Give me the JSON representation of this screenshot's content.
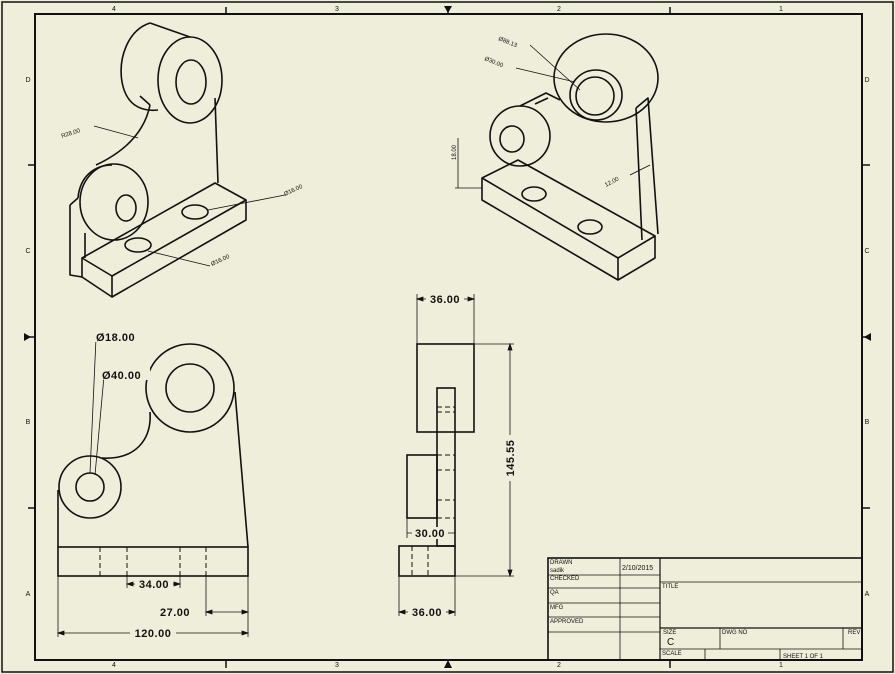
{
  "border": {
    "top_zones": [
      "4",
      "3",
      "2",
      "1"
    ],
    "bottom_zones": [
      "4",
      "3",
      "2",
      "1"
    ],
    "left_zones": [
      "D",
      "C",
      "B",
      "A"
    ],
    "right_zones": [
      "D",
      "C",
      "B",
      "A"
    ]
  },
  "front_view": {
    "dim_small_hole": "Ø18.00",
    "dim_boss": "Ø40.00",
    "dim_34": "34.00",
    "dim_27": "27.00",
    "dim_120": "120.00"
  },
  "side_view": {
    "dim_top_width": "36.00",
    "dim_height": "145.55",
    "dim_30": "30.00",
    "dim_bottom_width": "36.00"
  },
  "iso_left": {
    "dim_radius": "R28.00",
    "dim_hole_a": "Ø16.00",
    "dim_hole_b": "Ø16.00"
  },
  "iso_right": {
    "dim_dia_a": "Ø88.13",
    "dim_dia_b": "Ø30.00",
    "dim_thk": "18.00",
    "dim_rib": "12.00"
  },
  "title_block": {
    "drawn_label": "DRAWN",
    "drawn_by": "sadik",
    "drawn_date": "2/10/2015",
    "checked_label": "CHECKED",
    "qa_label": "QA",
    "mfg_label": "MFG",
    "approved_label": "APPROVED",
    "title_label": "TITLE",
    "size_label": "SIZE",
    "size_value": "C",
    "dwg_label": "DWG NO",
    "rev_label": "REV",
    "scale_label": "SCALE",
    "sheet_label": "SHEET 1  OF 1"
  }
}
